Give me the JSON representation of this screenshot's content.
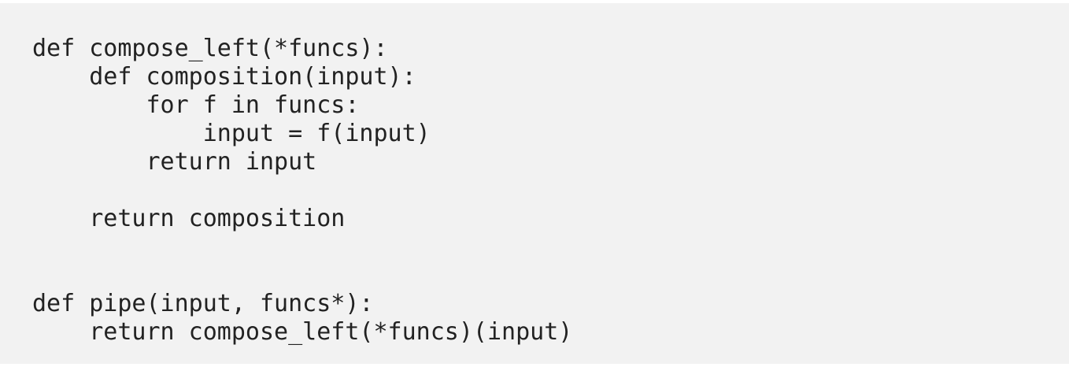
{
  "code": {
    "lines": [
      "def compose_left(*funcs):",
      "    def composition(input):",
      "        for f in funcs:",
      "            input = f(input)",
      "        return input",
      "",
      "    return composition",
      "",
      "",
      "def pipe(input, funcs*):",
      "    return compose_left(*funcs)(input)"
    ]
  }
}
